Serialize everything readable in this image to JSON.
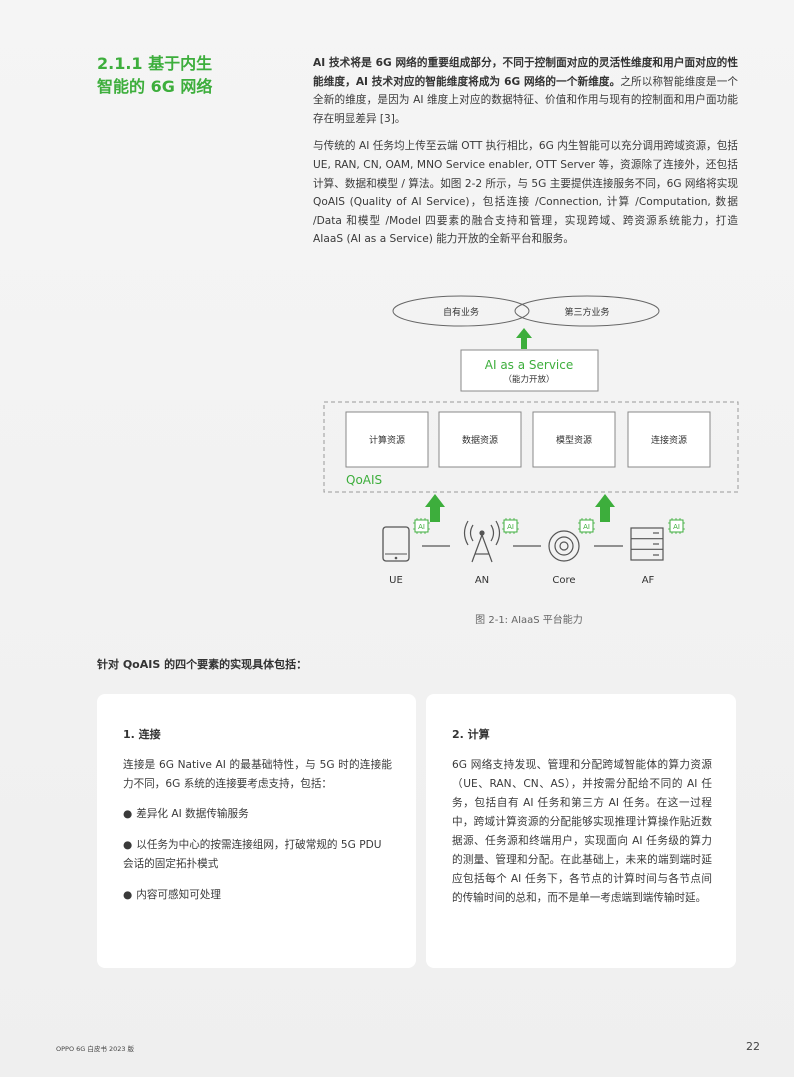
{
  "section": {
    "title_line1": "2.1.1 基于内生",
    "title_line2": "智能的 6G 网络"
  },
  "intro": {
    "p1_bold": "AI 技术将是 6G 网络的重要组成部分，不同于控制面对应的灵活性维度和用户面对应的性能维度，AI 技术对应的智能维度将成为 6G 网络的一个新维度。",
    "p1_rest": "之所以称智能维度是一个全新的维度，是因为 AI 维度上对应的数据特征、价值和作用与现有的控制面和用户面功能存在明显差异 [3]。",
    "p2": "与传统的 AI 任务均上传至云端 OTT 执行相比，6G 内生智能可以充分调用跨域资源，包括 UE, RAN, CN, OAM, MNO Service enabler, OTT Server 等，资源除了连接外，还包括计算、数据和模型 / 算法。如图 2-2 所示，与 5G 主要提供连接服务不同，6G 网络将实现 QoAIS (Quality of AI Service)，包括连接 /Connection, 计算 /Computation, 数据 /Data 和模型 /Model 四要素的融合支持和管理，实现跨域、跨资源系统能力，打造 AIaaS (AI as a Service) 能力开放的全新平台和服务。"
  },
  "diagram": {
    "own_business": "自有业务",
    "third_party": "第三方业务",
    "aiaas_title": "AI as a Service",
    "aiaas_sub": "（能力开放）",
    "resources": [
      "计算资源",
      "数据资源",
      "模型资源",
      "连接资源"
    ],
    "qoais": "QoAIS",
    "ai_chip": "AI",
    "nodes": [
      "UE",
      "AN",
      "Core",
      "AF"
    ],
    "caption": "图 2-1: AIaaS 平台能力",
    "colors": {
      "green": "#3dae3c",
      "line": "#555555"
    }
  },
  "lead": "针对 QoAIS 的四个要素的实现具体包括：",
  "cards": {
    "c1": {
      "title": "1. 连接",
      "text": "连接是 6G Native AI 的最基础特性，与 5G 时的连接能力不同，6G 系统的连接要考虑支持，包括：",
      "bullets": [
        "差异化 AI 数据传输服务",
        "以任务为中心的按需连接组网，打破常规的 5G PDU 会话的固定拓扑模式",
        "内容可感知可处理"
      ]
    },
    "c2": {
      "title": "2. 计算",
      "text": "6G 网络支持发现、管理和分配跨域智能体的算力资源（UE、RAN、CN、AS），并按需分配给不同的 AI 任务，包括自有 AI 任务和第三方 AI 任务。在这一过程中，跨域计算资源的分配能够实现推理计算操作贴近数据源、任务源和终端用户，实现面向 AI 任务级的算力的测量、管理和分配。在此基础上，未来的端到端时延应包括每个 AI 任务下，各节点的计算时间与各节点间的传输时间的总和，而不是单一考虑端到端传输时延。"
    }
  },
  "footer": {
    "left": "OPPO 6G 白皮书 2023 版",
    "page": "22"
  }
}
